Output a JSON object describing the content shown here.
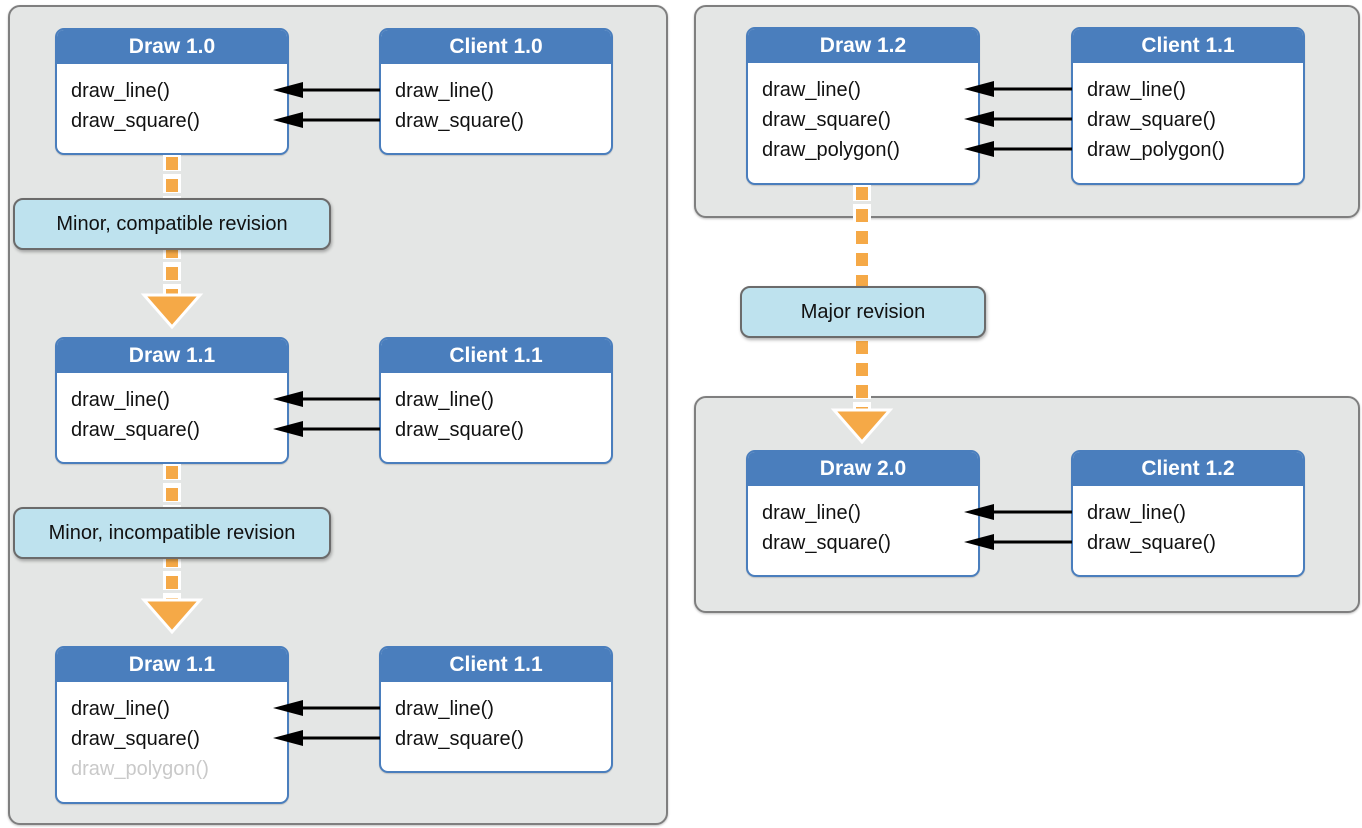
{
  "palette": {
    "header_blue": "#4a7ebd",
    "box_border_blue": "#4a7ebd",
    "panel_bg": "#e4e6e5",
    "panel_border": "#7f7f7f",
    "label_bg": "#bee2ee",
    "label_border": "#6b6b6b",
    "revision_arrow_orange": "#f5a947",
    "call_arrow_black": "#000000",
    "deprecated_method_gray": "#c9c9c9",
    "header_text": "#ffffff"
  },
  "boxes": {
    "draw10": {
      "title": "Draw 1.0",
      "methods": [
        "draw_line()",
        "draw_square()"
      ]
    },
    "client10": {
      "title": "Client 1.0",
      "methods": [
        "draw_line()",
        "draw_square()"
      ]
    },
    "draw11a": {
      "title": "Draw 1.1",
      "methods": [
        "draw_line()",
        "draw_square()"
      ]
    },
    "client11a": {
      "title": "Client 1.1",
      "methods": [
        "draw_line()",
        "draw_square()"
      ]
    },
    "draw11b": {
      "title": "Draw 1.1",
      "methods": [
        "draw_line()",
        "draw_square()",
        "draw_polygon()"
      ],
      "deprecated_method": "draw_polygon()"
    },
    "client11b": {
      "title": "Client 1.1",
      "methods": [
        "draw_line()",
        "draw_square()"
      ]
    },
    "draw12": {
      "title": "Draw 1.2",
      "methods": [
        "draw_line()",
        "draw_square()",
        "draw_polygon()"
      ]
    },
    "client11c": {
      "title": "Client 1.1",
      "methods": [
        "draw_line()",
        "draw_square()",
        "draw_polygon()"
      ]
    },
    "draw20": {
      "title": "Draw 2.0",
      "methods": [
        "draw_line()",
        "draw_square()"
      ]
    },
    "client12": {
      "title": "Client 1.2",
      "methods": [
        "draw_line()",
        "draw_square()"
      ]
    }
  },
  "labels": {
    "minor_compatible": "Minor, compatible revision",
    "minor_incompatible": "Minor, incompatible revision",
    "major": "Major revision"
  },
  "connections": [
    {
      "type": "calls",
      "from": "Client 1.0",
      "to": "Draw 1.0",
      "arrow_count": 2
    },
    {
      "type": "calls",
      "from": "Client 1.1",
      "to": "Draw 1.1",
      "arrow_count": 2
    },
    {
      "type": "calls",
      "from": "Client 1.1",
      "to": "Draw 1.1",
      "arrow_count": 2
    },
    {
      "type": "calls",
      "from": "Client 1.1",
      "to": "Draw 1.2",
      "arrow_count": 3
    },
    {
      "type": "calls",
      "from": "Client 1.2",
      "to": "Draw 2.0",
      "arrow_count": 2
    },
    {
      "type": "revision",
      "from": "Draw 1.0",
      "to": "Draw 1.1",
      "label": "Minor, compatible revision"
    },
    {
      "type": "revision",
      "from": "Draw 1.1",
      "to": "Draw 1.1",
      "label": "Minor, incompatible revision"
    },
    {
      "type": "revision",
      "from": "Draw 1.2",
      "to": "Draw 2.0",
      "label": "Major revision"
    }
  ]
}
